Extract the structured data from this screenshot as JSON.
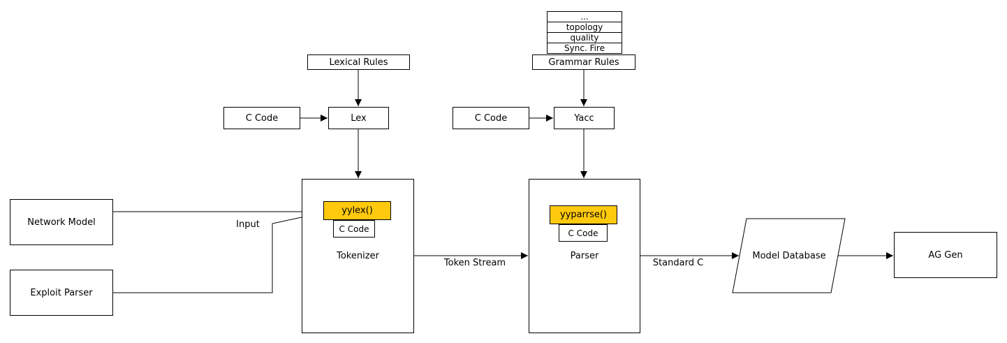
{
  "colors": {
    "highlight": "#ffc90e",
    "stroke": "#000000",
    "background": "#ffffff"
  },
  "nodes": {
    "lexical_rules": {
      "label": "Lexical Rules"
    },
    "c_code_left": {
      "label": "C Code"
    },
    "lex": {
      "label": "Lex"
    },
    "stack": {
      "items": [
        "...",
        "topology",
        "quality",
        "Sync. Fire"
      ]
    },
    "grammar_rules": {
      "label": "Grammar Rules"
    },
    "c_code_right": {
      "label": "C Code"
    },
    "yacc": {
      "label": "Yacc"
    },
    "network_model": {
      "label": "Network Model"
    },
    "exploit_parser": {
      "label": "Exploit Parser"
    },
    "tokenizer": {
      "label": "Tokenizer",
      "func": "yylex()",
      "c_code": "C Code"
    },
    "parser": {
      "label": "Parser",
      "func": "yyparrse()",
      "c_code": "C Code"
    },
    "model_database": {
      "label": "Model Database"
    },
    "ag_gen": {
      "label": "AG Gen"
    }
  },
  "edges": {
    "input": "Input",
    "token_stream": "Token Stream",
    "standard_c": "Standard C"
  }
}
